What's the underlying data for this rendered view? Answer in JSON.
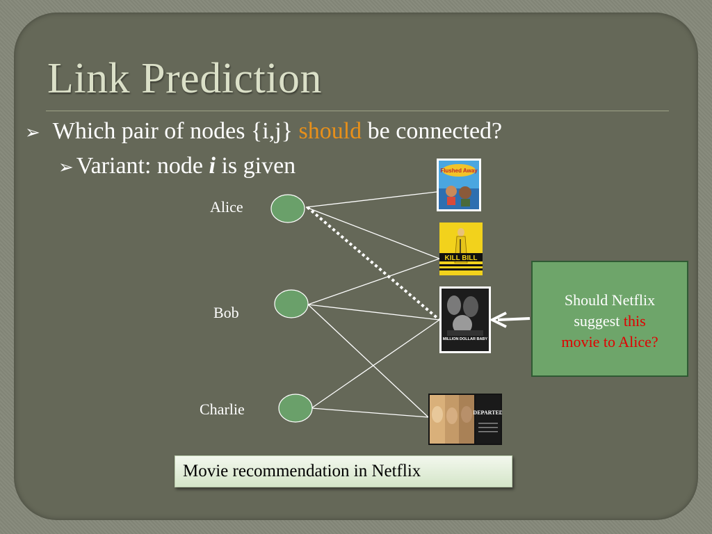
{
  "slide": {
    "title": "Link Prediction",
    "bullet1": {
      "before": "Which pair of nodes {i,j} ",
      "highlight": "should",
      "after": " be connected?"
    },
    "bullet2": {
      "before": "Variant:  node ",
      "emph": "i",
      "after": " is given"
    },
    "bullet_glyph": "➢"
  },
  "diagram": {
    "users": [
      {
        "id": "alice",
        "label": "Alice"
      },
      {
        "id": "bob",
        "label": "Bob"
      },
      {
        "id": "charlie",
        "label": "Charlie"
      }
    ],
    "movies": [
      {
        "id": "flushed-away",
        "poster_text": "Flushed Away"
      },
      {
        "id": "kill-bill",
        "poster_text": "KILL BILL"
      },
      {
        "id": "million-dollar-baby",
        "poster_text": "MILLION DOLLAR BABY"
      },
      {
        "id": "the-departed",
        "poster_text": "DEPARTED"
      }
    ],
    "edges": [
      {
        "from": "alice",
        "to": "flushed-away"
      },
      {
        "from": "alice",
        "to": "kill-bill"
      },
      {
        "from": "bob",
        "to": "kill-bill"
      },
      {
        "from": "bob",
        "to": "million-dollar-baby"
      },
      {
        "from": "bob",
        "to": "the-departed"
      },
      {
        "from": "charlie",
        "to": "million-dollar-baby"
      },
      {
        "from": "charlie",
        "to": "the-departed"
      }
    ],
    "predicted_edge": {
      "from": "alice",
      "to": "million-dollar-baby",
      "style": "dotted"
    },
    "callout": {
      "line1": "Should Netflix",
      "line2_plain": "suggest ",
      "line2_red": "this",
      "line3_red": "movie to Alice?"
    },
    "caption": "Movie recommendation in Netflix"
  },
  "colors": {
    "background": "#656858",
    "title": "#dbe0c8",
    "accent": "#e8901a",
    "node_fill": "#6aa06a",
    "callout_fill": "#6ea56a",
    "highlight_red": "#e00000"
  }
}
